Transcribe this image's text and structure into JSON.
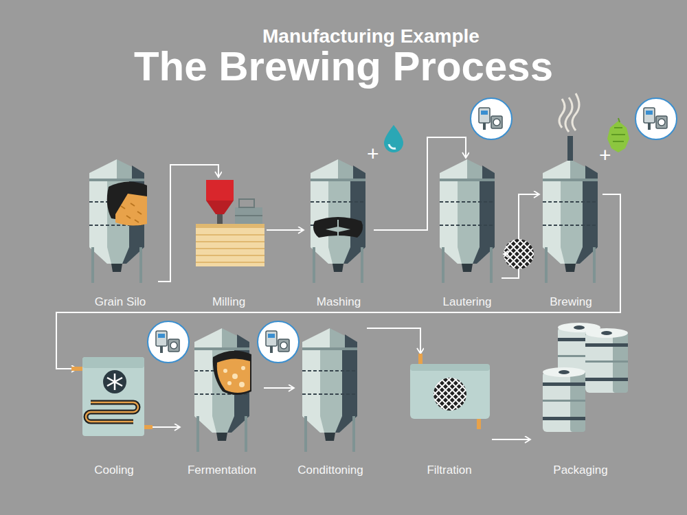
{
  "diagram": {
    "title": "The Brewing Process",
    "nodes": [
      {
        "text": [
          "Grain Silo"
        ]
      },
      {
        "text": [
          "Milling"
        ]
      },
      {
        "text": [
          "Mashing"
        ]
      },
      {
        "text": [
          "Lautering"
        ]
      },
      {
        "text": [
          "Brewing"
        ]
      },
      {
        "text": [
          "Cooling"
        ]
      },
      {
        "text": [
          "Fermentation"
        ]
      },
      {
        "text": [
          "Condittoning"
        ]
      },
      {
        "text": [
          "Filtration"
        ]
      },
      {
        "text": [
          "Packaging"
        ]
      }
    ],
    "edges": [
      {
        "from": 0,
        "to": 1,
        "arrow": "to"
      },
      {
        "from": 1,
        "to": 2,
        "arrow": "to"
      },
      {
        "from": 2,
        "to": 3,
        "arrow": "to"
      },
      {
        "from": 3,
        "to": 4,
        "arrow": "to"
      },
      {
        "from": 4,
        "to": 5,
        "arrow": "to"
      },
      {
        "from": 5,
        "to": 6,
        "arrow": "to"
      },
      {
        "from": 6,
        "to": 7,
        "arrow": "to"
      },
      {
        "from": 7,
        "to": 8,
        "arrow": "to"
      },
      {
        "from": 8,
        "to": 9,
        "arrow": "to"
      }
    ],
    "labels": [
      "Manufacturing Example",
      "+",
      "+"
    ]
  }
}
